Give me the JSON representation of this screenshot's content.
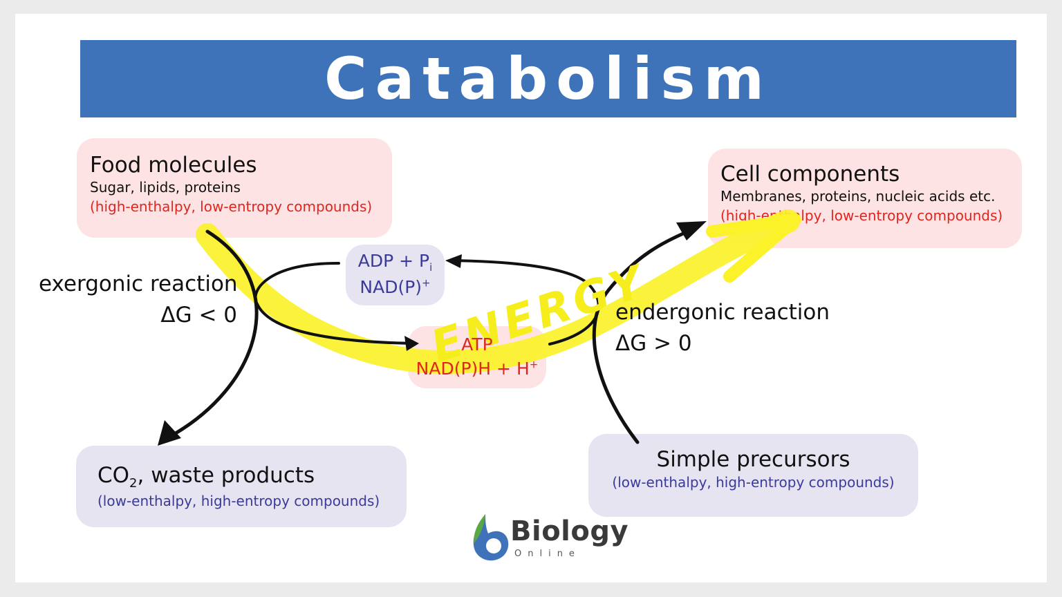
{
  "title": "Catabolism",
  "food": {
    "title": "Food molecules",
    "examples": "Sugar, lipids, proteins",
    "note": "(high-enthalpy, low-entropy compounds)"
  },
  "cell": {
    "title": "Cell components",
    "examples": "Membranes, proteins, nucleic acids etc.",
    "note": "(high-enthalpy, low-entropy compounds)"
  },
  "waste": {
    "title_main": "CO",
    "title_sub": "2",
    "title_rest": ", waste products",
    "note": "(low-enthalpy, high-entropy compounds)"
  },
  "precursors": {
    "title": "Simple precursors",
    "note": "(low-enthalpy, high-entropy compounds)"
  },
  "carriers_low": {
    "line1_main": "ADP + P",
    "line1_sub": "i",
    "line2_main": "NAD(P)",
    "line2_sup": "+"
  },
  "carriers_high": {
    "line1": "ATP",
    "line2_main": "NAD(P)H + H",
    "line2_sup": "+"
  },
  "exergonic": {
    "label": "exergonic reaction",
    "delta": "ΔG < 0"
  },
  "endergonic": {
    "label": "endergonic reaction",
    "delta": "ΔG > 0"
  },
  "energy_label": "ENERGY",
  "logo": {
    "word": "Biology",
    "sub": "Online"
  },
  "colors": {
    "banner": "#3e73ba",
    "pink_box": "#fde3e3",
    "lavender_box": "#e6e4f1",
    "red_text": "#e0251f",
    "blue_text": "#3a3a9a",
    "energy_yellow": "#fbf22a"
  }
}
